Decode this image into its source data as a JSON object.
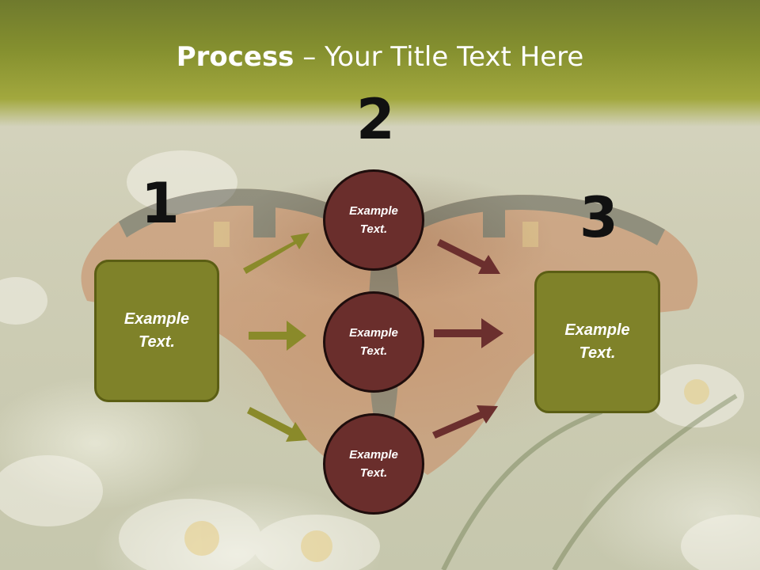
{
  "title": {
    "bold": "Process",
    "rest": " – Your Title Text Here"
  },
  "steps": {
    "one": "1",
    "two": "2",
    "three": "3"
  },
  "left_box": "Example Text.",
  "right_box": "Example Text.",
  "circles": [
    "Example Text.",
    "Example Text.",
    "Example Text."
  ],
  "colors": {
    "olive_box": "#7f8229",
    "maroon_circle": "#6a2e2c",
    "olive_arrow": "#8a8a2a",
    "maroon_arrow": "#6b2f2e",
    "title_band": "#85902f"
  }
}
